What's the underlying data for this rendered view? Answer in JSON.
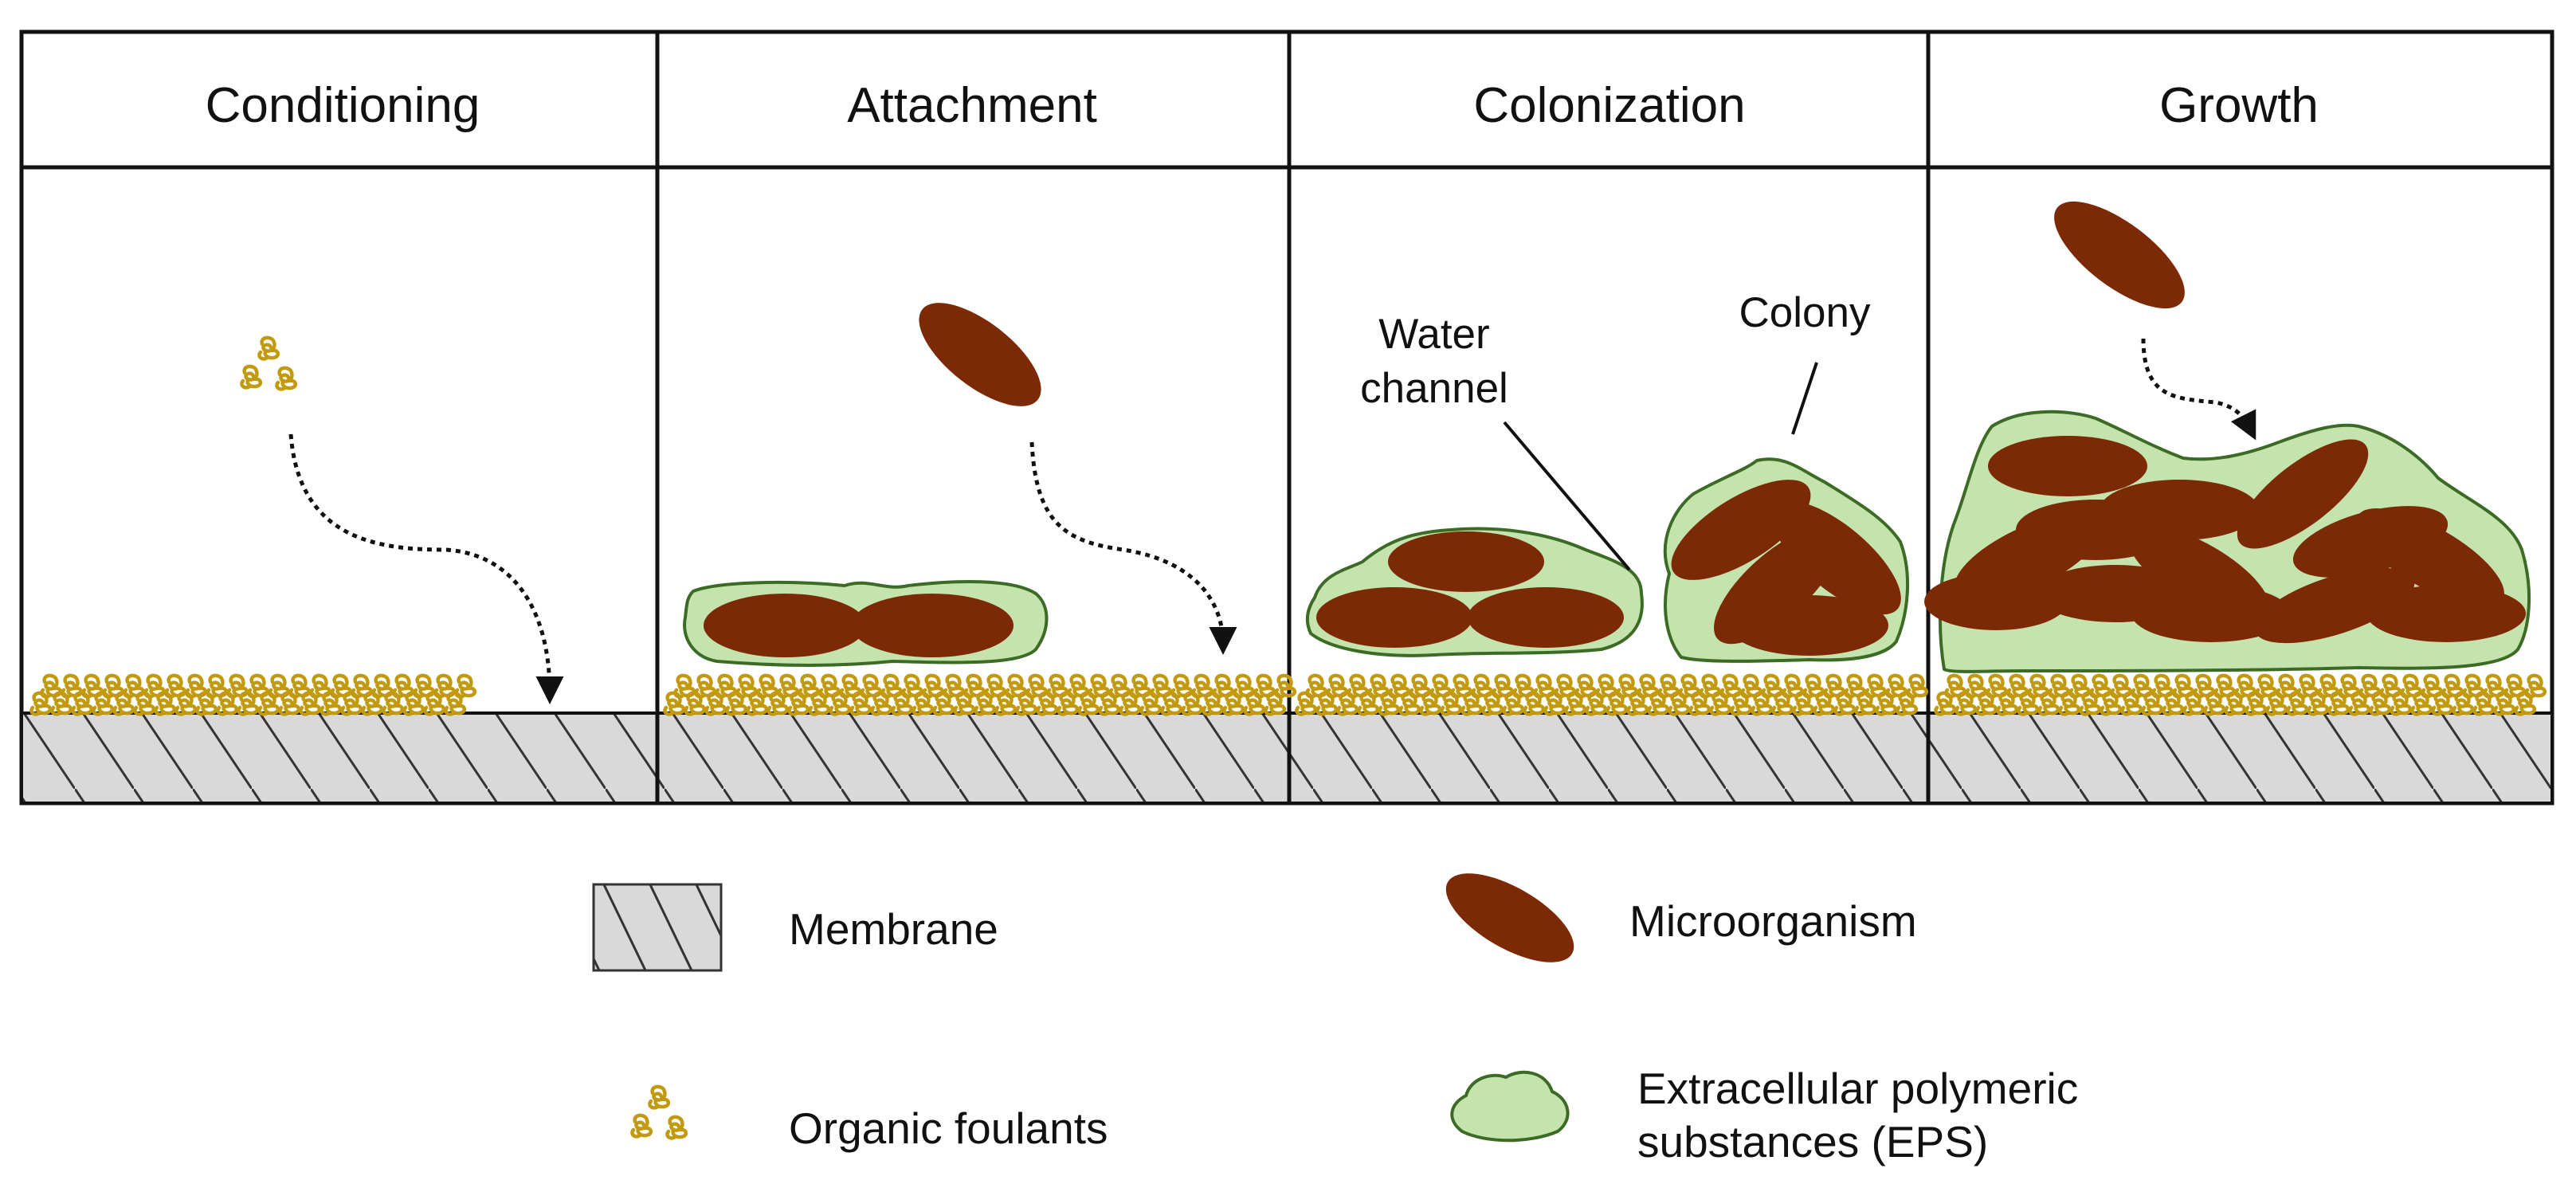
{
  "stages": [
    {
      "label": "Conditioning"
    },
    {
      "label": "Attachment"
    },
    {
      "label": "Colonization"
    },
    {
      "label": "Growth"
    }
  ],
  "annotations": {
    "water_channel": [
      "Water",
      "channel"
    ],
    "colony": "Colony"
  },
  "legend": {
    "membrane": "Membrane",
    "microorganism": "Microorganism",
    "organic_foulants": "Organic foulants",
    "eps": [
      "Extracellular polymeric",
      "substances (EPS)"
    ]
  },
  "colors": {
    "microorganism": "#7b2a05",
    "eps_fill": "#c5e3ad",
    "eps_stroke": "#3c6b26",
    "foulant": "#c29a10",
    "membrane_fill": "#d9d9d9",
    "line": "#111111"
  }
}
